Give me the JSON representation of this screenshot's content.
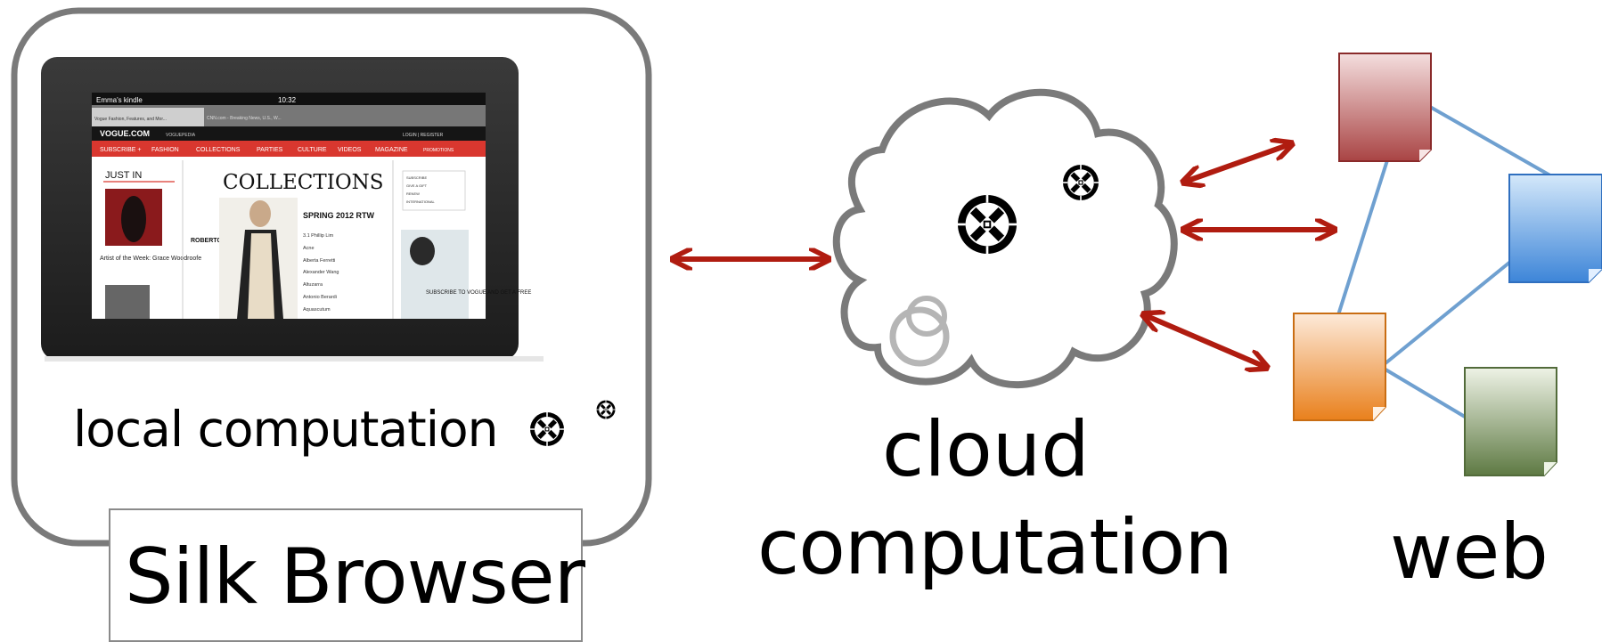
{
  "labels": {
    "local": "local computation",
    "device": "Silk Browser",
    "cloud_line1": "cloud",
    "cloud_line2": "computation",
    "web": "web"
  },
  "screen": {
    "status_left": "Emma's kindle",
    "status_time": "10:32",
    "tab_active": "Vogue Fashion, Features, and Mor...",
    "tab_inactive": "CNN.com - Breaking News, U.S., W...",
    "site_logo": "VOGUE.COM",
    "site_sub": "VOGUEPEDIA",
    "login": "LOGIN | REGISTER",
    "nav": [
      "SUBSCRIBE +",
      "FASHION",
      "COLLECTIONS",
      "PARTIES",
      "CULTURE",
      "VIDEOS",
      "MAGAZINE",
      "PROMOTIONS"
    ],
    "just_in": "JUST IN",
    "artist": "Artist of the Week: Grace Woodroofe",
    "collections": "COLLECTIONS",
    "designer_note": "ROBERTO CAVALLI",
    "season": "SPRING 2012 RTW",
    "designers": [
      "3.1 Phillip Lim",
      "Acne",
      "Alberta Ferretti",
      "Alexander Wang",
      "Altuzarra",
      "Antonio Berardi",
      "Aquascutum"
    ],
    "side_links": [
      "SUBSCRIBE",
      "GIVE A GIFT",
      "RENEW",
      "INTERNATIONAL"
    ],
    "promo": "SUBSCRIBE TO VOGUE AND GET A FREE"
  },
  "colors": {
    "arrow": "#b01c10",
    "outline": "#7a7a7a",
    "link": "#6fa0d0",
    "doc_red": "#c06060",
    "doc_blue": "#4d8fdc",
    "doc_orange": "#ee8d2c",
    "doc_green": "#6e8a50"
  },
  "icons": [
    "silk-logo-icon",
    "document-icon"
  ]
}
